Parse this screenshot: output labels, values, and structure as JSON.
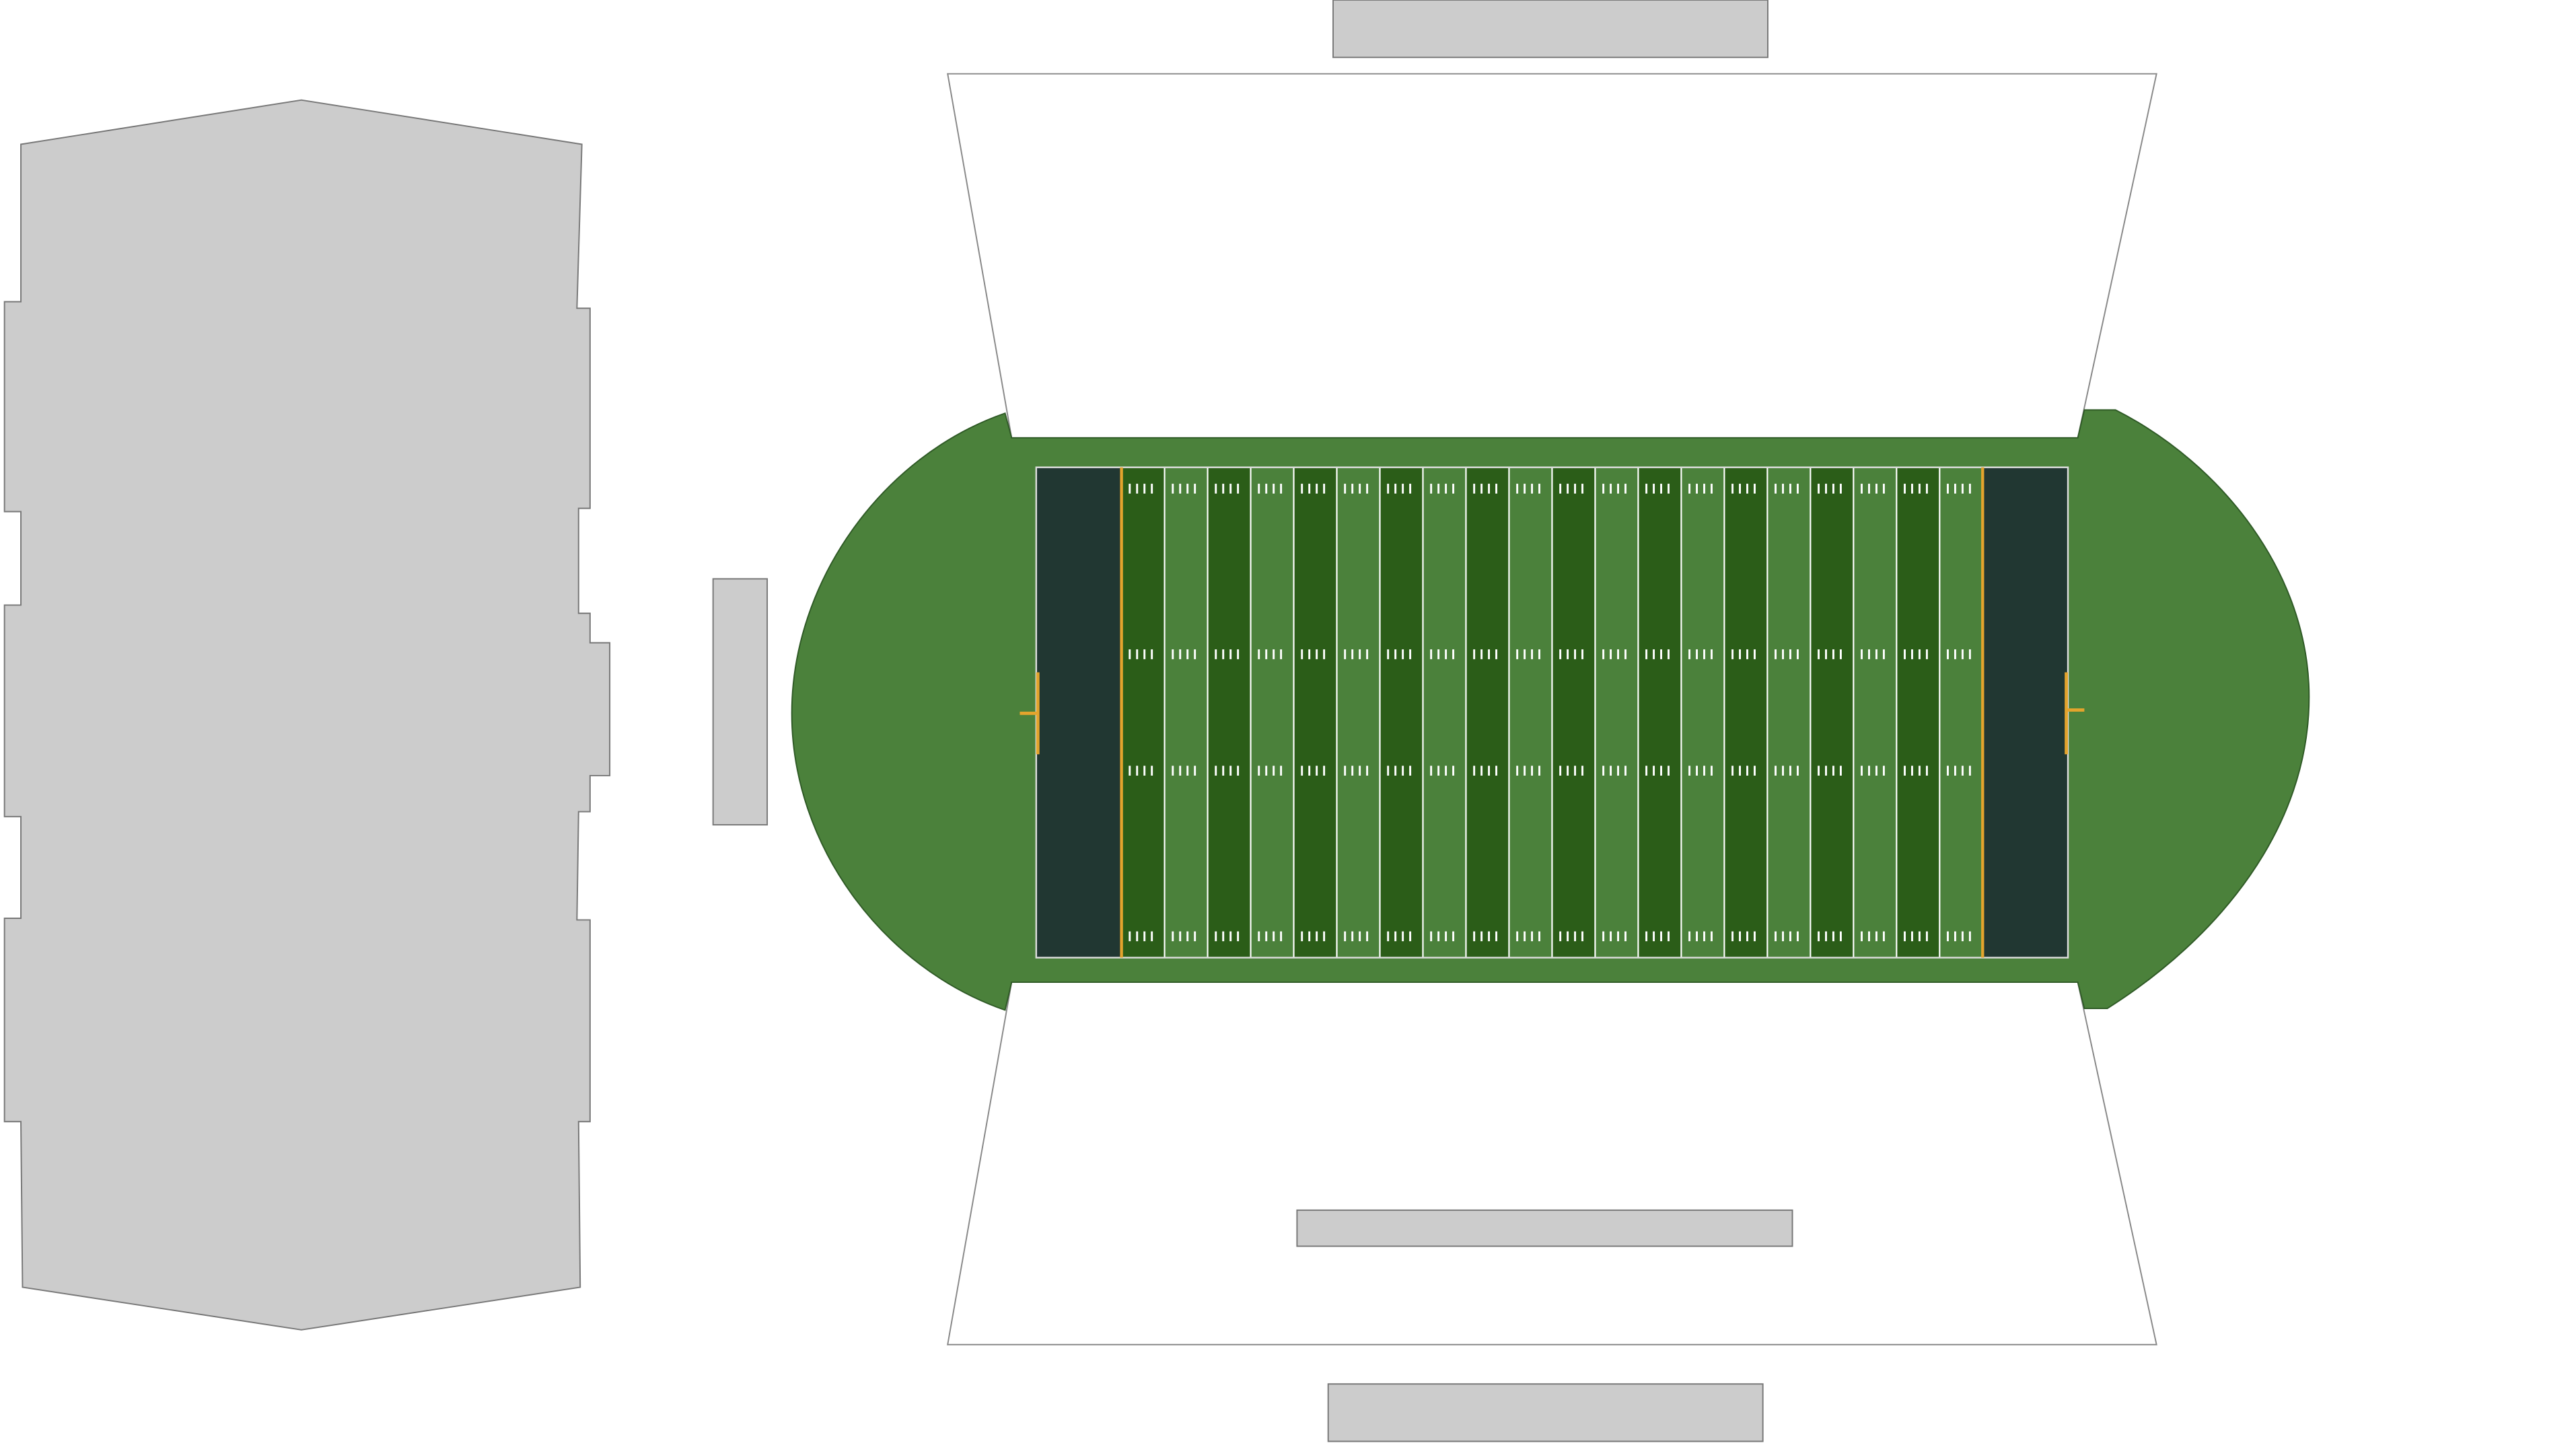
{
  "colors": {
    "background": "#ffffff",
    "section_fill": "#cccccc",
    "section_stroke": "#777777",
    "stand_fill": "#ffffff",
    "stand_stroke": "#888888",
    "apron_fill": "#4b813b",
    "apron_stroke": "#2f5a26",
    "field_light": "#4b813b",
    "field_dark": "#2b5d18",
    "endzone": "#213732",
    "line": "#ffffff",
    "goalpost": "#e3a42d"
  },
  "field": {
    "yard_stripes": 20,
    "hash_rows": 4,
    "goalposts": 2
  },
  "sections": [
    {
      "id": "west-grandstand"
    },
    {
      "id": "west-small-block"
    },
    {
      "id": "north-block"
    },
    {
      "id": "south-inner-block"
    },
    {
      "id": "south-outer-block"
    }
  ]
}
